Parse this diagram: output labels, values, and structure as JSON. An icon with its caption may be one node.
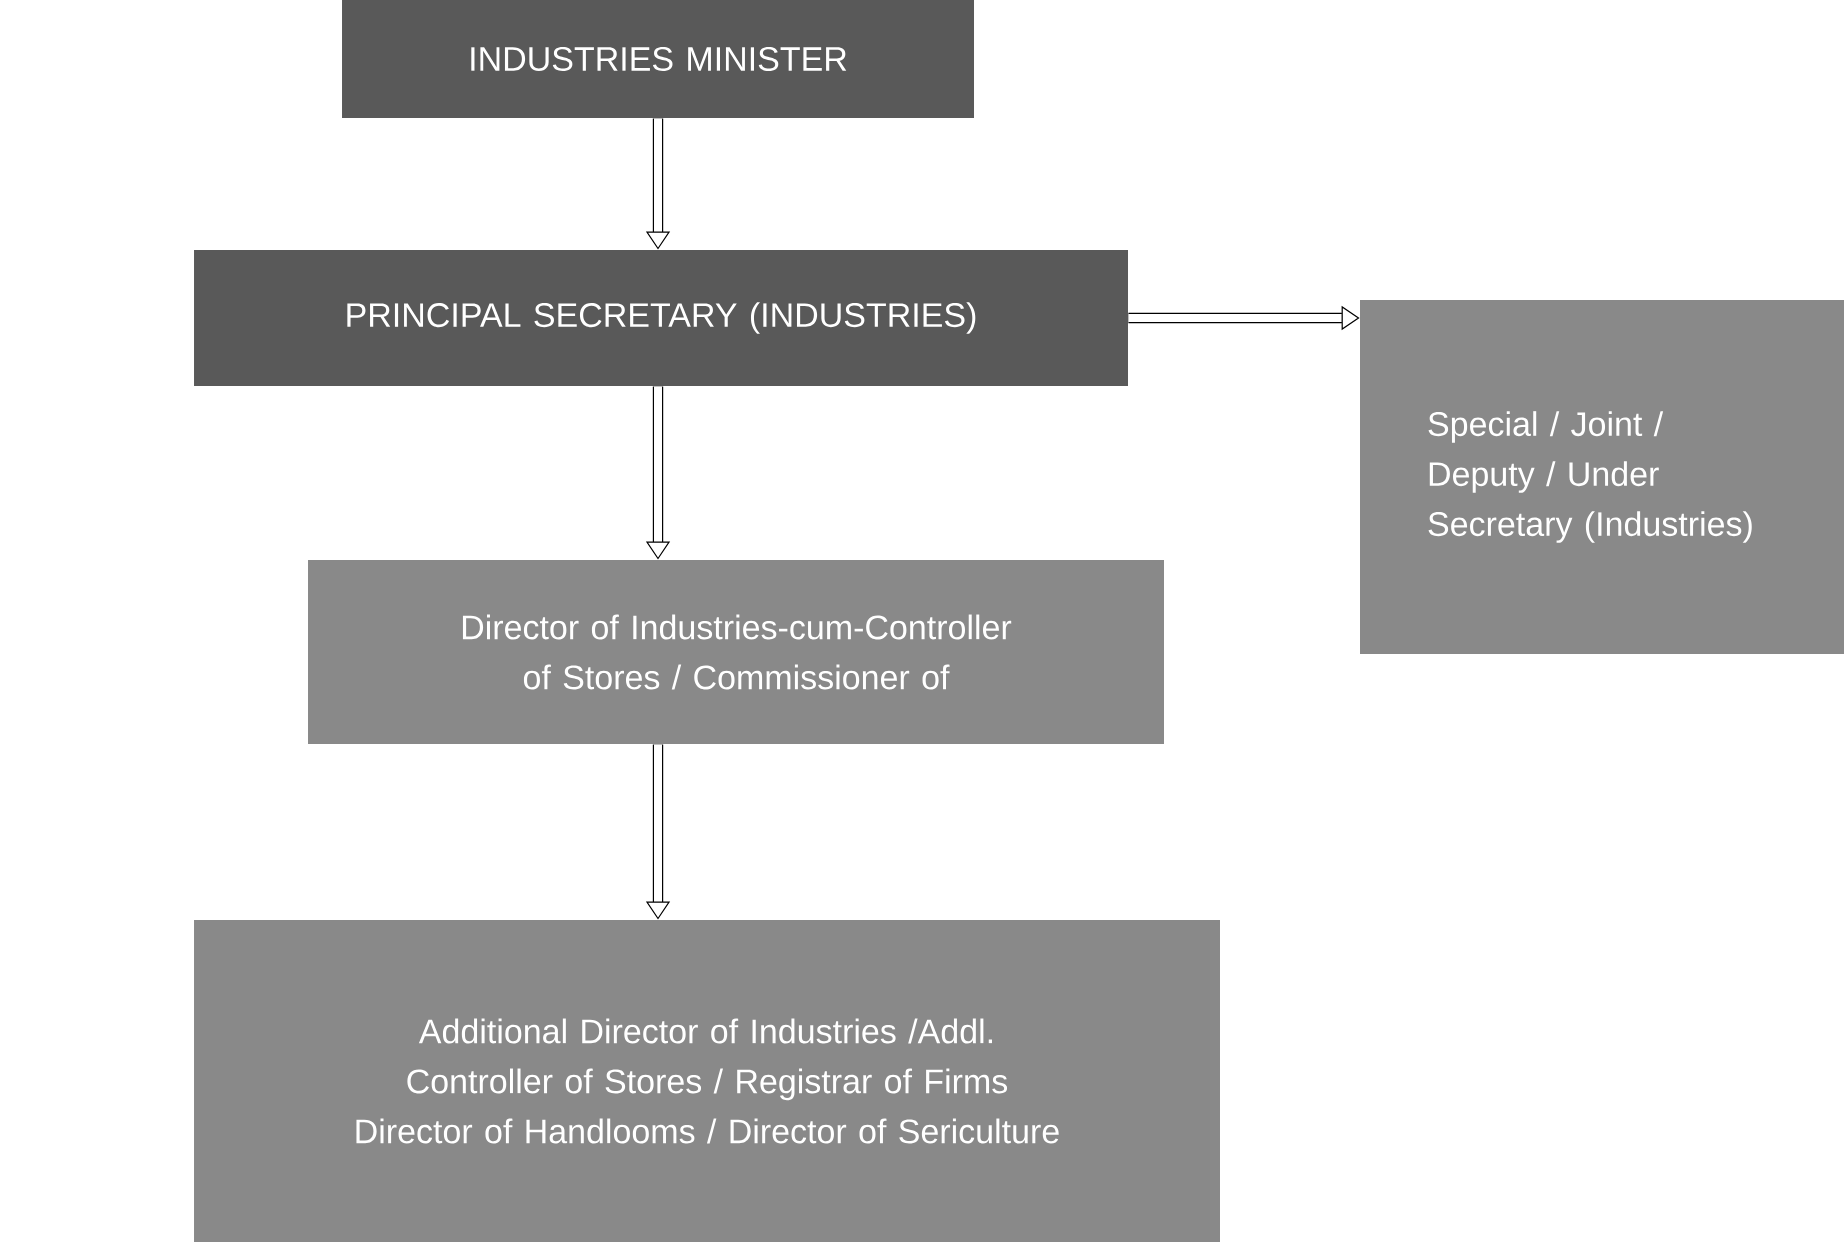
{
  "diagram": {
    "nodes": [
      {
        "text": [
          "INDUSTRIES MINISTER"
        ]
      },
      {
        "text": [
          "PRINCIPAL SECRETARY (INDUSTRIES)"
        ]
      },
      {
        "text": [
          "Special / Joint / Deputy / Under Secretary (Industries)"
        ]
      },
      {
        "text": [
          "Director of Industries-cum-Controller of Stores / Commissioner of"
        ]
      },
      {
        "text": [
          "Additional Director of Industries /Addl. Controller of Stores / Registrar of Firms Director of Handlooms / Director of Sericulture"
        ]
      }
    ],
    "edges": [
      {
        "from": 0,
        "to": 1,
        "arrow": "to"
      },
      {
        "from": 1,
        "to": 2,
        "arrow": "to"
      },
      {
        "from": 1,
        "to": 3,
        "arrow": "to"
      },
      {
        "from": 3,
        "to": 4,
        "arrow": "to"
      }
    ]
  }
}
